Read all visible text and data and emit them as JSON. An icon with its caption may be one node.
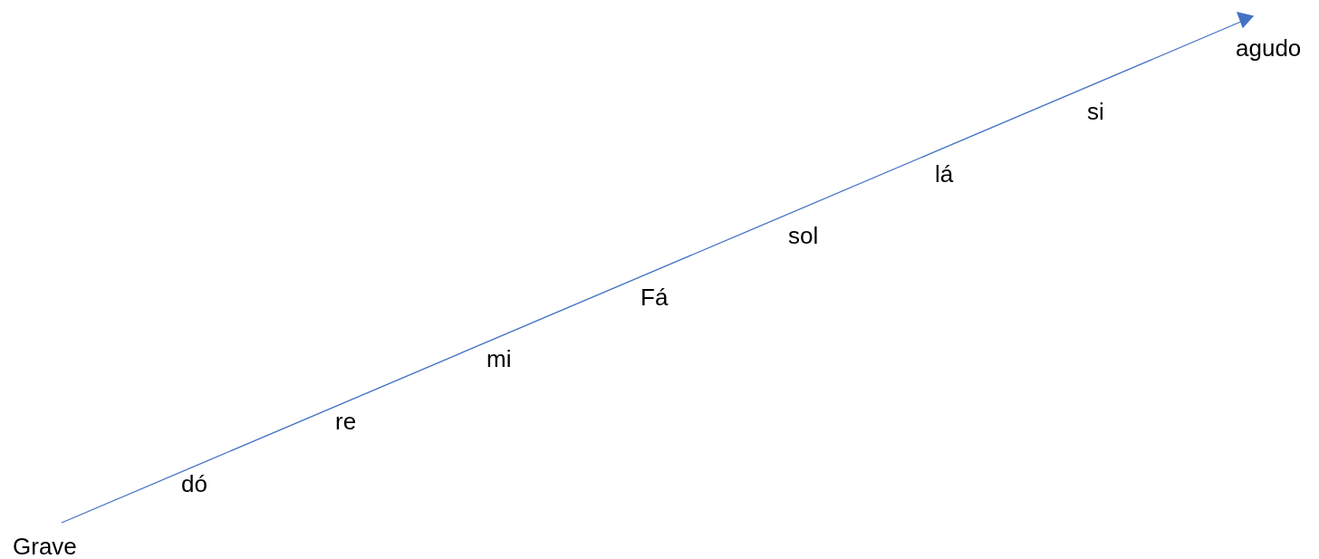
{
  "diagram": {
    "labels": [
      "agudo",
      "si",
      "lá",
      "sol",
      "Fá",
      "mi",
      "re",
      "dó",
      "Grave"
    ]
  }
}
